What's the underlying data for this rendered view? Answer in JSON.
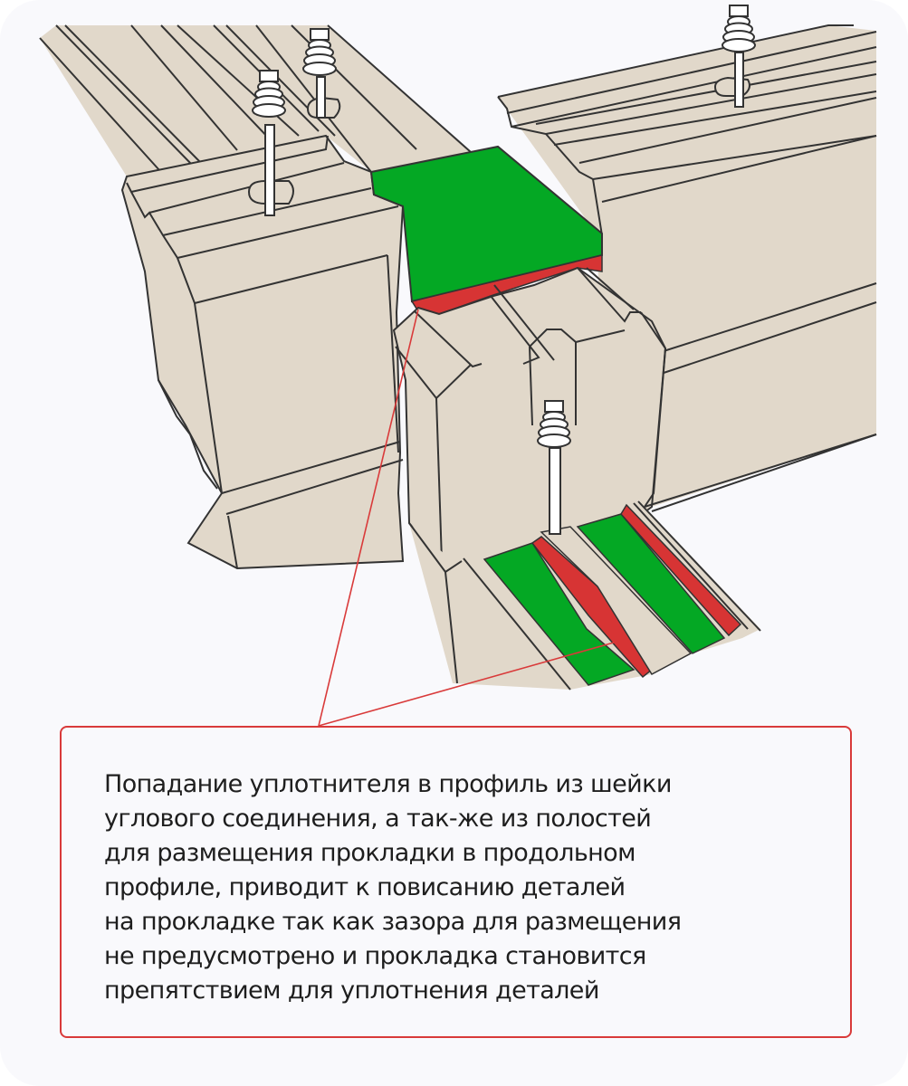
{
  "diagram": {
    "subject": "log-corner-joint-with-gasket",
    "colors": {
      "wood": "#e1d8ca",
      "outline": "#333333",
      "gasket_green": "#04a824",
      "sealant_red": "#d73434",
      "background": "#f9f9fc",
      "callout_border": "#d93a3a",
      "dowel": "#ffffff"
    },
    "elements": [
      {
        "name": "left-longitudinal-log",
        "label": ""
      },
      {
        "name": "right-cross-log",
        "label": ""
      },
      {
        "name": "corner-neck-gasket",
        "color": "green",
        "label": ""
      },
      {
        "name": "neck-sealant-overflow",
        "color": "red",
        "label": ""
      },
      {
        "name": "groove-gaskets",
        "color": "green",
        "count": 2,
        "label": ""
      },
      {
        "name": "groove-sealant-overflow",
        "color": "red",
        "count": 2,
        "label": ""
      },
      {
        "name": "spring-dowels",
        "count": 4,
        "label": ""
      }
    ]
  },
  "callout": {
    "lines": [
      "Попадание уплотнителя в профиль из шейки",
      "углового соединения, а так-же из полостей",
      "для размещения прокладки в продольном",
      "профиле, приводит к повисанию деталей",
      "на прокладке так как зазора для размещения",
      "не предусмотрено и прокладка становится",
      "препятствием для уплотнения деталей"
    ]
  }
}
